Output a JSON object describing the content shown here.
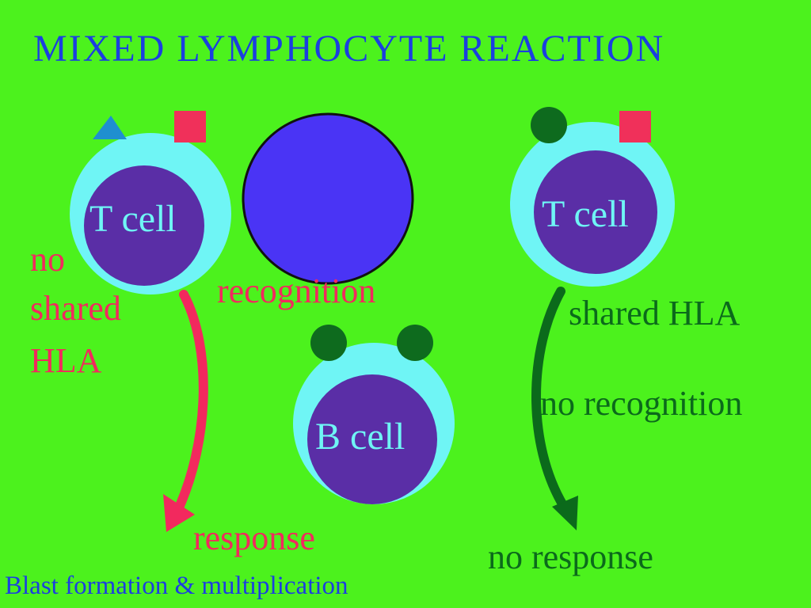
{
  "title": "MIXED LYMPHOCYTE REACTION",
  "cells": {
    "t_cell_left": "T cell",
    "t_cell_right": "T cell",
    "b_cell": "B cell"
  },
  "left_side": {
    "no_shared_hla": [
      "no",
      "shared",
      "HLA"
    ],
    "recognition": "recognition",
    "response": "response"
  },
  "right_side": {
    "shared_hla": "shared HLA",
    "no_recognition": "no recognition",
    "no_response": "no response"
  },
  "footer": "Blast formation & multiplication",
  "colors": {
    "background": "#4cf21d",
    "cell_nucleus": "#5a2ea6",
    "cell_membrane": "#6ff5f5",
    "stimulator_cell": "#4a34f5",
    "marker_square": "#f0305a",
    "marker_triangle": "#1f8fd0",
    "marker_circle": "#0e6b1e",
    "response_arrow": "#f2295e",
    "no_response_arrow": "#0b6a1b",
    "title_text": "#1b3fe0"
  }
}
